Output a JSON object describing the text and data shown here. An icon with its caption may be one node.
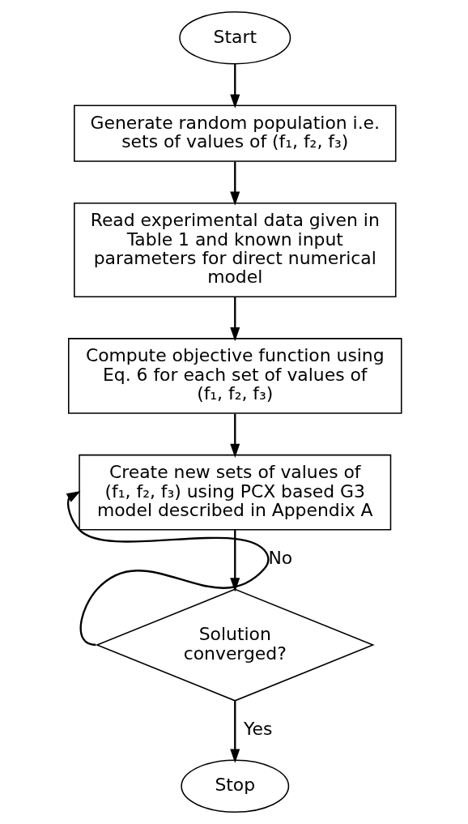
{
  "diagram": {
    "nodes": [
      {
        "text": [
          "Start"
        ]
      },
      {
        "text": [
          "Generate random population i.e. sets of values of (f₁, f₂, f₃)"
        ]
      },
      {
        "text": [
          "Read experimental data given in Table 1 and known input parameters for direct numerical model"
        ]
      },
      {
        "text": [
          "Compute objective function using Eq. 6 for each set of values of (f₁, f₂, f₃)"
        ]
      },
      {
        "text": [
          "Create new sets of values of (f₁, f₂, f₃) using PCX based G3 model described in Appendix A"
        ]
      },
      {
        "text": [
          "Solution converged?"
        ]
      },
      {
        "text": [
          "Stop"
        ]
      }
    ],
    "edges": [
      {
        "from": 0,
        "to": 1,
        "arrow": "to"
      },
      {
        "from": 1,
        "to": 2,
        "arrow": "to"
      },
      {
        "from": 2,
        "to": 3,
        "arrow": "to"
      },
      {
        "from": 3,
        "to": 4,
        "arrow": "to"
      },
      {
        "from": 4,
        "to": 5,
        "arrow": "to"
      },
      {
        "from": 5,
        "to": 4,
        "arrow": "to",
        "label": "No"
      },
      {
        "from": 5,
        "to": 6,
        "arrow": "to",
        "label": "Yes"
      }
    ]
  }
}
